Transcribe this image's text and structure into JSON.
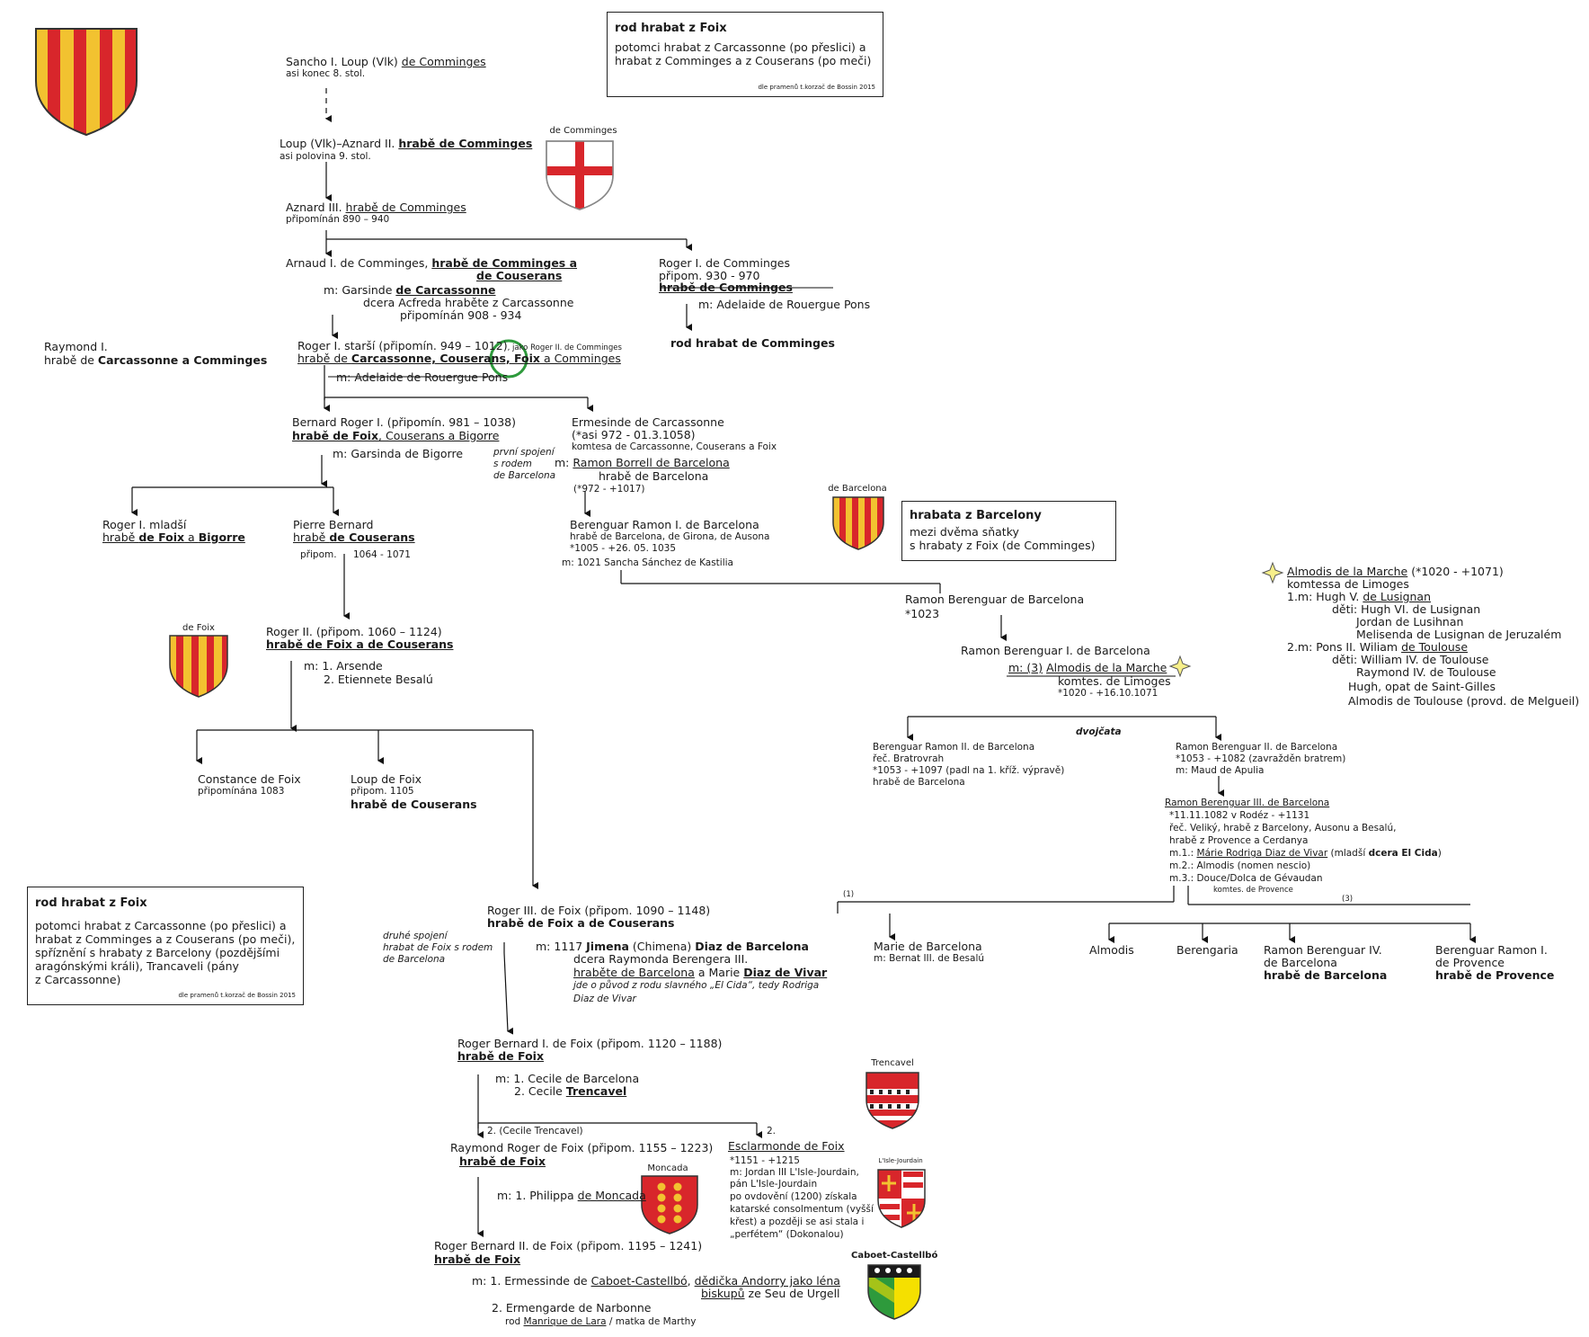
{
  "box_top": {
    "title": "rod hrabat z Foix",
    "text": "potomci hrabat z Carcassonne (po přeslici) a\nhrabat z Comminges a z Couserans (po meči)",
    "source": "dle pramenů t.korzač de Bossin 2015"
  },
  "box_barcelona": {
    "title": "hrabata z Barcelony",
    "text": "mezi dvěma sňatky\ns hrabaty z Foix (de Comminges)"
  },
  "box_bottom": {
    "title": "rod hrabat z Foix",
    "text": "potomci hrabat z Carcassonne (po přeslici) a\nhrabat z Comminges a z Couserans (po meči),\nspříznění s hrabaty z Barcelony (pozdějšími\naragónskými králi), Trancaveli (pány\nz Carcassonne)",
    "source": "dle pramenů t.korzač de Bossin 2015"
  },
  "shields": {
    "comminges": "de Comminges",
    "barcelona": "de Barcelona",
    "foix": "de Foix",
    "trencavel": "Trencavel",
    "moncada": "Moncada",
    "lisle": "L'Isle-Jourdain",
    "caboet": "Caboet-Castellbó"
  },
  "colors": {
    "gold": "#f2c230",
    "red": "#d8262b",
    "green": "#2e9a3c",
    "yellow": "#f5e000",
    "outline": "#333333"
  },
  "people": {
    "sancho": {
      "name": "Sancho I. Loup (Vlk) ",
      "house": "de Comminges",
      "note": "asi konec 8. stol."
    },
    "loup": {
      "name": "Loup (Vlk)–Aznard II. ",
      "title": "hrabě de Comminges",
      "note": "asi polovina 9. stol."
    },
    "aznard": {
      "name": "Aznard III. ",
      "title": "hrabě de Comminges",
      "note": "připomínán 890 – 940"
    },
    "arnaud": {
      "name": "Arnaud I. de Comminges, ",
      "title1": "hrabě de Comminges a",
      "title2": "de Couserans",
      "m": "m: Garsinde ",
      "m_house": "de Carcassonne",
      "m_note1": "dcera Acfreda hraběte z Carcassonne",
      "m_note2": "připomínán 908 - 934"
    },
    "roger_comm": {
      "name": "Roger I. de Comminges",
      "note": "připom. 930 - 970",
      "title": "hrabě de Comminges",
      "m": "m: Adelaide de Rouergue Pons",
      "rod": "rod hrabat de Comminges"
    },
    "raymond1": {
      "name": "Raymond I.",
      "title_pre": "hrabě de ",
      "title": "Carcassonne a Comminges"
    },
    "roger1": {
      "name": "Roger I. starší (připomín. 949 – 1012)",
      "aside": ", jako Roger II. de Comminges",
      "title_pre": "hrabě de ",
      "title": "Carcassonne, Couserans, Foix",
      "title_post": " a Comminges",
      "m": "m: Adelaide de Rouergue Pons"
    },
    "bernard_roger": {
      "name": "Bernard Roger I. (připomín. 981 – 1038)",
      "title": "hrabě de Foix",
      "title_post": ", Couserans a Bigorre",
      "m": "m: Garsinda de Bigorre"
    },
    "ermesinde": {
      "name": "Ermesinde de Carcassonne",
      "dates": "(*asi 972 - 01.3.1058)",
      "note": "komtesa de Carcassonne, Couserans a Foix",
      "m": "m:",
      "m_name": "Ramon Borrell de Barcelona",
      "m_title": "hrabě de Barcelona",
      "m_dates": "(*972 - +1017)"
    },
    "prvni": {
      "l1": "první spojení",
      "l2": "s rodem",
      "l3": "de Barcelona"
    },
    "roger_ml": {
      "name": "Roger I. mladší",
      "title_pre": "hrabě ",
      "title": "de Foix",
      "mid": " a ",
      "title2": "Bigorre"
    },
    "pierre": {
      "name": "Pierre Bernard",
      "title_pre": "hrabě ",
      "title": "de Couserans",
      "note": "připom.",
      "dates": "1064 - 1071"
    },
    "berenguar": {
      "name": "Berenguar Ramon I. de Barcelona",
      "note": "hrabě de Barcelona, de Girona, de Ausona",
      "dates": "*1005 - +26. 05. 1035",
      "m": "m: 1021 Sancha Sánchez de Kastilia"
    },
    "ramon_b": {
      "name": "Ramon Berenguar de Barcelona",
      "dates": "*1023"
    },
    "ramon_b1": {
      "name": "Ramon Berenguar I. de Barcelona",
      "m": "m: (3)",
      "m_name": "Almodis de la Marche",
      "m_note": "komtes. de Limoges",
      "m_dates": "*1020 - +16.10.1071"
    },
    "almodis": {
      "name": "Almodis de la Marche",
      "dates": " (*1020 - +1071)",
      "l2": "komtessa de Limoges",
      "l3": "1.m: Hugh V. ",
      "l3u": "de Lusignan",
      "l4": "děti: Hugh VI. de Lusignan",
      "l5": "Jordan de Lusihnan",
      "l6": "Melisenda de Lusignan de Jeruzalém",
      "l7": "2.m: Pons II. Wiliam ",
      "l7u": "de Toulouse",
      "l8": "děti: William IV. de Toulouse",
      "l9": "Raymond IV. de Toulouse",
      "l10": "Hugh, opat de Saint-Gilles",
      "l11": "Almodis de Toulouse (provd. de Melgueil)"
    },
    "roger2": {
      "name": "Roger II. (připom. 1060 – 1124)",
      "title": "hrabě de Foix a de Couserans",
      "m1": "m: 1. Arsende",
      "m2": "2. Etiennete Besalú"
    },
    "dvojcata": "dvojčata",
    "berenguar2": {
      "name": "Berenguar Ramon II. de Barcelona",
      "l2": "řeč. Bratrovrah",
      "l3": "*1053 - +1097 (padl na 1. kříž. výpravě)",
      "l4": "hrabě de Barcelona"
    },
    "ramon_b2": {
      "name": "Ramon Berenguar II. de Barcelona",
      "l2": "*1053 - +1082 (zavražděn bratrem)",
      "l3": "m: Maud de Apulia"
    },
    "ramon_b3": {
      "name": "Ramon Berenguar III. de Barcelona",
      "l2": "*11.11.1082 v Rodéz - +1131",
      "l3": "řeč. Veliký, hrabě z Barcelony, Ausonu a Besalú,",
      "l4": "hrabě z Provence a Cerdanya",
      "m1_pre": "m.1.: ",
      "m1_name": "Márie Rodriga Diaz de Vivar",
      "m1_post": " (mladší ",
      "m1_b": "dcera El Cida",
      "m1_end": ")",
      "m2": "m.2.: Almodis (nomen nescio)",
      "m3": "m.3.: Douce/Dolca de Gévaudan",
      "m3_note": "komtes. de Provence"
    },
    "constance": {
      "name": "Constance de Foix",
      "note": "připomínána 1083"
    },
    "loup_foix": {
      "name": "Loup de Foix",
      "note": "připom. 1105",
      "title": "hrabě de Couserans"
    },
    "roger3": {
      "name": "Roger III. de Foix (připom. 1090 – 1148)",
      "title": "hrabě de Foix a de Couserans",
      "m_pre": "m: 1117 ",
      "m_b": "Jimena",
      "m_mid": " (Chimena) ",
      "m_b2": "Diaz de Barcelona",
      "l2": "dcera Raymonda Berengera III.",
      "l3u": "hraběte de Barcelona",
      "l3_mid": " a Marie ",
      "l3_b": "Diaz de Vivar",
      "l4": "jde o původ z rodu slavného „El Cida“, tedy Rodriga",
      "l5": "Diaz de Vivar"
    },
    "druhe": {
      "l1": "druhé spojení",
      "l2": "hrabat de Foix s rodem",
      "l3": "de Barcelona"
    },
    "idx1": "(1)",
    "idx3": "(3)",
    "marie_b": {
      "name": "Marie de Barcelona",
      "m": "m: Bernat III. de Besalú"
    },
    "almodis_c": "Almodis",
    "berengaria": "Berengaria",
    "ramon_b4": {
      "name": "Ramon Berenguar IV.",
      "l2": "de Barcelona",
      "title": "hrabě de Barcelona"
    },
    "berenguar_prov": {
      "name": "Berenguar Ramon I.",
      "l2": "de Provence",
      "title": "hrabě de Provence"
    },
    "roger_bernard1": {
      "name": "Roger Bernard I. de Foix (připom. 1120 – 1188)",
      "title": "hrabě de Foix",
      "m1": "m: 1. Cecile de Barcelona",
      "m2_pre": "2. Cecile ",
      "m2": "Trencavel"
    },
    "raymond_roger": {
      "branch": "2. (Cecile Trencavel)",
      "name": "Raymond Roger de Foix (připom. 1155 – 1223)",
      "title": "hrabě de Foix",
      "m_pre": "m: 1. Philippa ",
      "m": "de Moncada"
    },
    "esclarmonde": {
      "branch": "2.",
      "name": "Esclarmonde de Foix",
      "l2": "*1151 - +1215",
      "l3": "m: Jordan III L'Isle-Jourdain,",
      "l4": "pán L'Isle-Jourdain",
      "l5": "po ovdovění (1200) získala",
      "l6": "katarské consolmentum (vyšší",
      "l7": "křest) a později se asi stala i",
      "l8": "„perfétem“ (Dokonalou)"
    },
    "roger_bernard2": {
      "name": "Roger Bernard II. de Foix (připom. 1195 – 1241)",
      "title": "hrabě de Foix",
      "m1_pre": "m: 1. Ermessinde de ",
      "m1_u": "Caboet-Castellbó",
      "m1_mid": ", ",
      "m1_u2": "dědička Andorry jako léna",
      "m1_u3": "biskupů",
      "m1_end": " ze Seu de Urgell",
      "m2": "2. Ermengarde de Narbonne",
      "m2_note_pre": "rod ",
      "m2_note_u": "Manrique de Lara",
      "m2_note_end": " / matka de Marthy"
    }
  }
}
